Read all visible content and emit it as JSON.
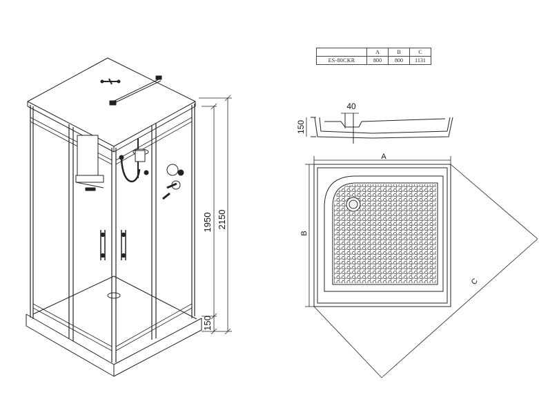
{
  "spec_table": {
    "headers": [
      "",
      "A",
      "B",
      "C"
    ],
    "rows": [
      {
        "model": "ES-80CKR",
        "a": "800",
        "b": "800",
        "c": "1131"
      }
    ]
  },
  "dimensions": {
    "total_height": "2150",
    "cabin_height": "1950",
    "tray_height": "150",
    "tray_profile_height": "150",
    "tray_lip": "40",
    "tray_side_a": "A",
    "tray_side_b": "B",
    "tray_diagonal_c": "C"
  },
  "colors": {
    "line": "#222222",
    "background": "#ffffff"
  }
}
